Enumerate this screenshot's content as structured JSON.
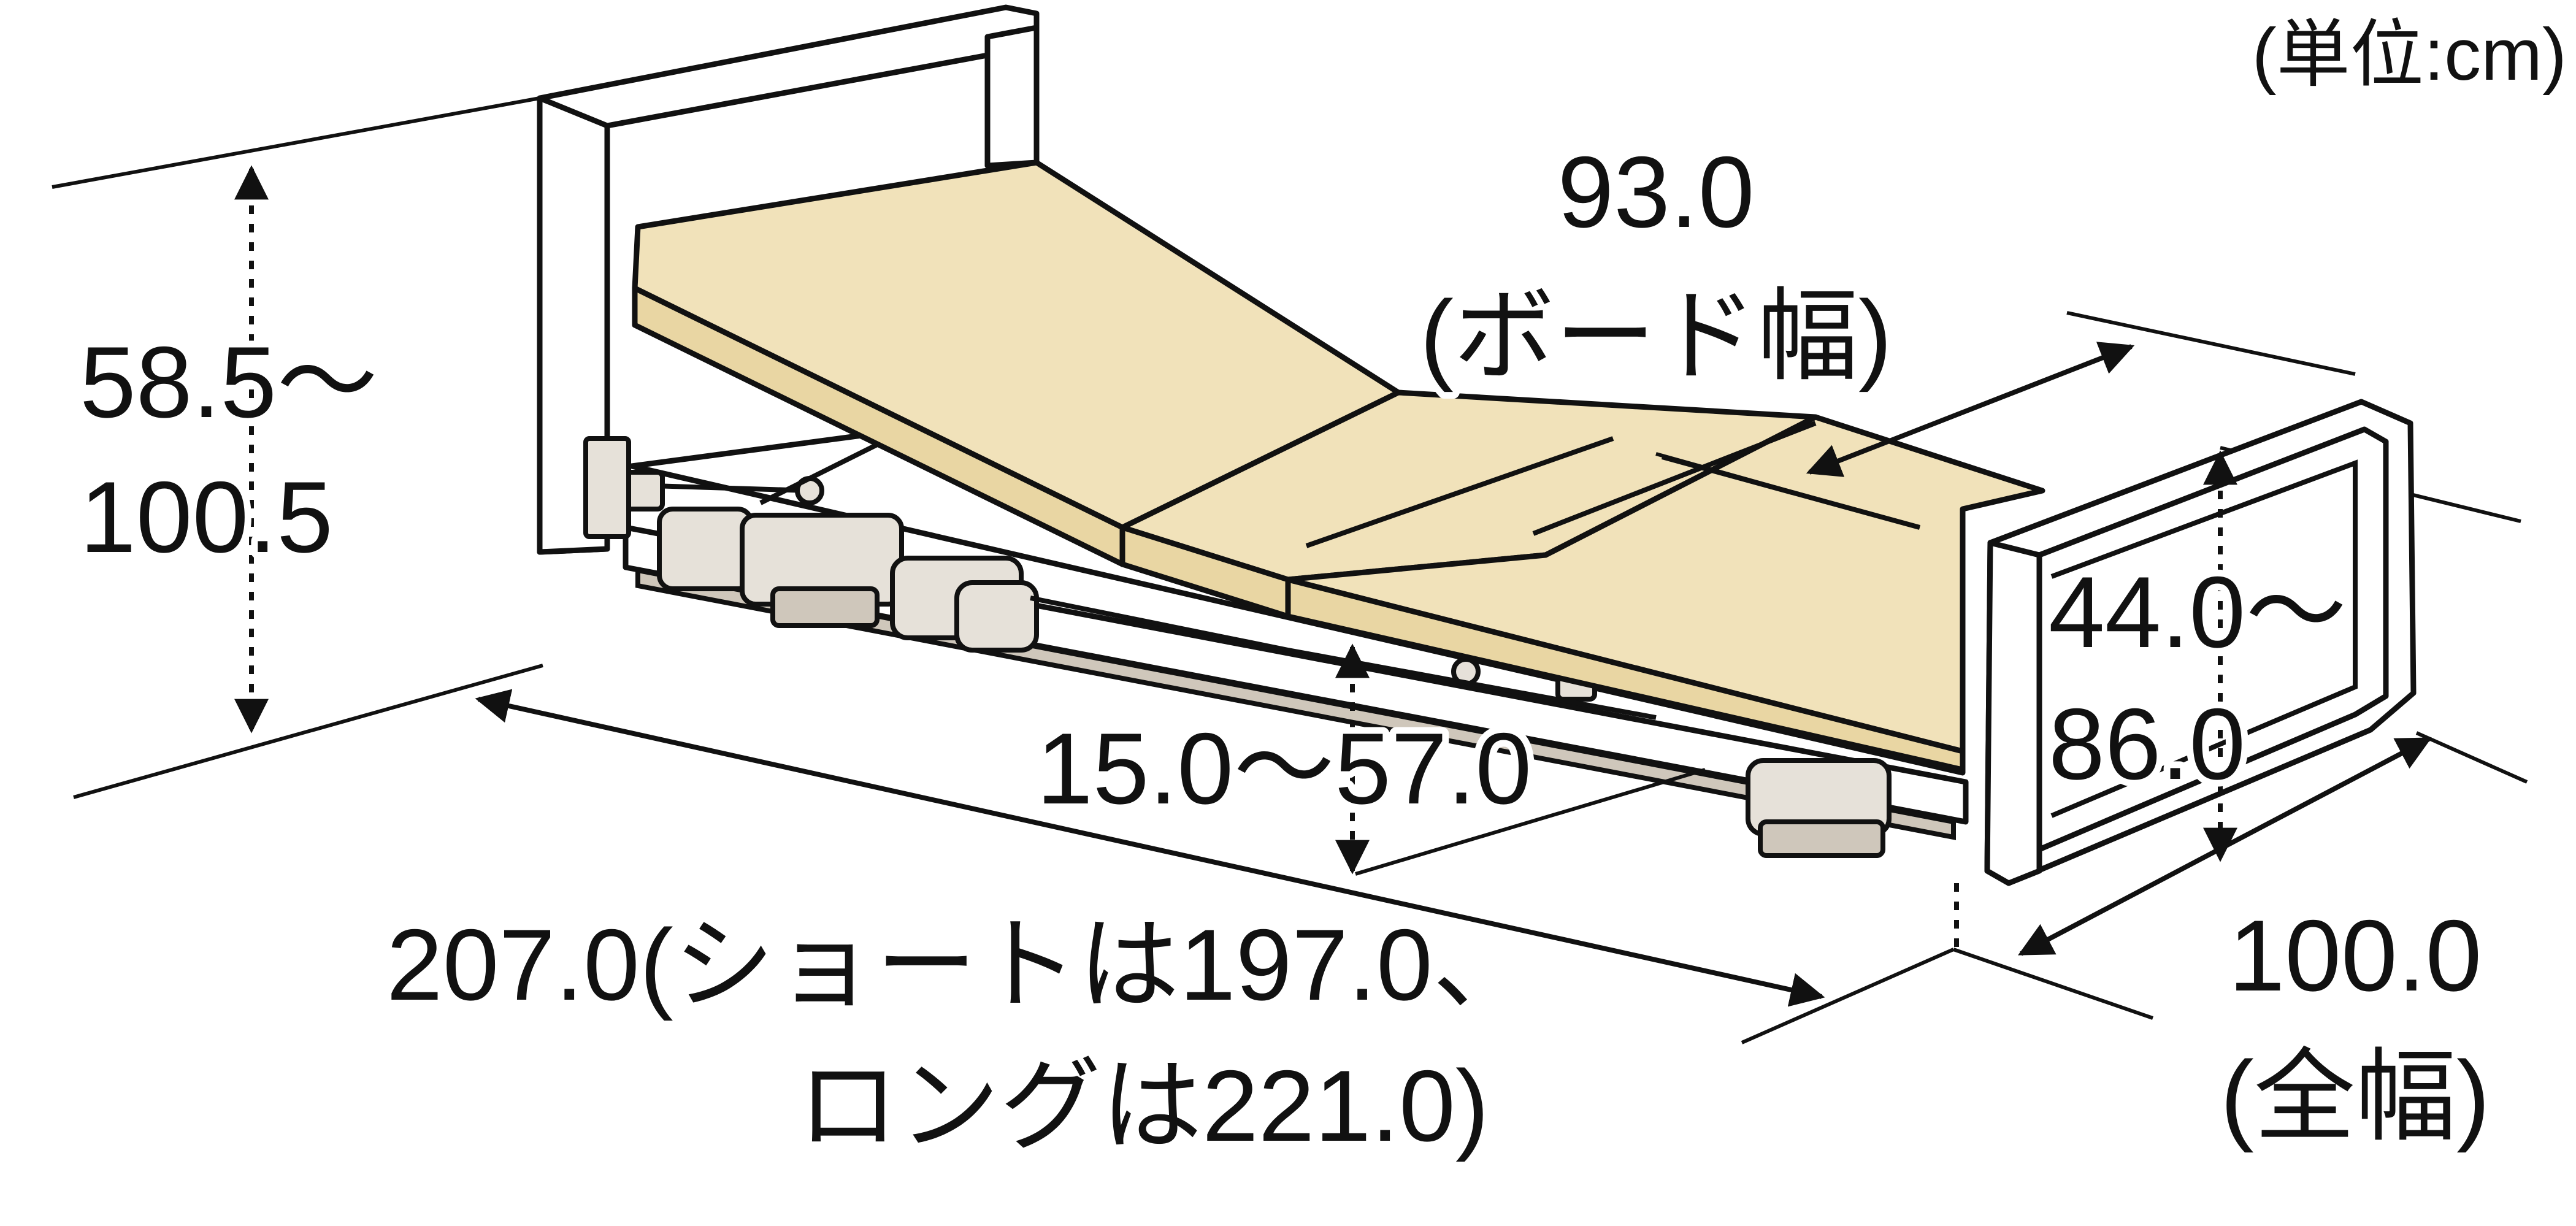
{
  "unit_label": "(単位:cm)",
  "dimensions": {
    "board_width_value": "93.0",
    "board_width_label": "(ボード幅)",
    "head_height_line1": "58.5〜",
    "head_height_line2": "100.5",
    "foot_height_line1": "44.0〜",
    "foot_height_line2": "86.0",
    "deck_height": "15.0〜57.0",
    "length_line1": "207.0(ショートは197.0、",
    "length_line2": "ロングは221.0)",
    "total_width_value": "100.0",
    "total_width_label": "(全幅)"
  },
  "colors": {
    "mattress": "#f1e2ba",
    "line": "#111111",
    "background": "#ffffff"
  }
}
